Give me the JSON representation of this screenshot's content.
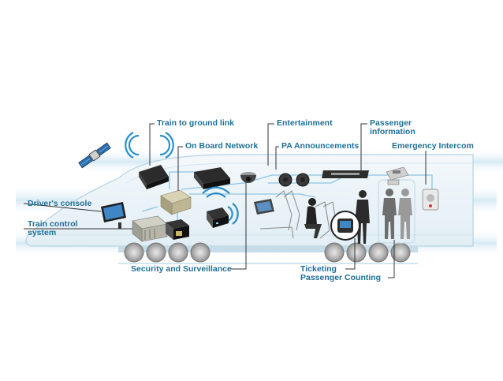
{
  "labels": {
    "train_to_ground_link": "Train to ground link",
    "on_board_network": "On Board Network",
    "entertainment": "Entertainment",
    "pa_announcements": "PA Announcements",
    "passenger_information": "Passenger information",
    "emergency_intercom": "Emergency Intercom",
    "drivers_console": "Driver's console",
    "train_control_system": "Train control system",
    "security_and_surveillance": "Security and Surveillance",
    "ticketing": "Ticketing",
    "passenger_counting": "Passenger Counting"
  },
  "colors": {
    "label_text": "#1f6f95",
    "leader_line": "#333333",
    "network_line": "#8ec4e0",
    "train_outline": "#b9d3e0",
    "signal_wave": "#2c8fc7"
  },
  "icons": [
    "satellite-icon",
    "wireless-signal-icon",
    "router-icon",
    "network-switch-icon",
    "dome-camera-icon",
    "speaker-icon",
    "led-display-icon",
    "intercom-icon",
    "drivers-monitor-icon",
    "control-rack-icon",
    "tablet-icon",
    "ticket-terminal-icon",
    "people-counter-icon"
  ]
}
